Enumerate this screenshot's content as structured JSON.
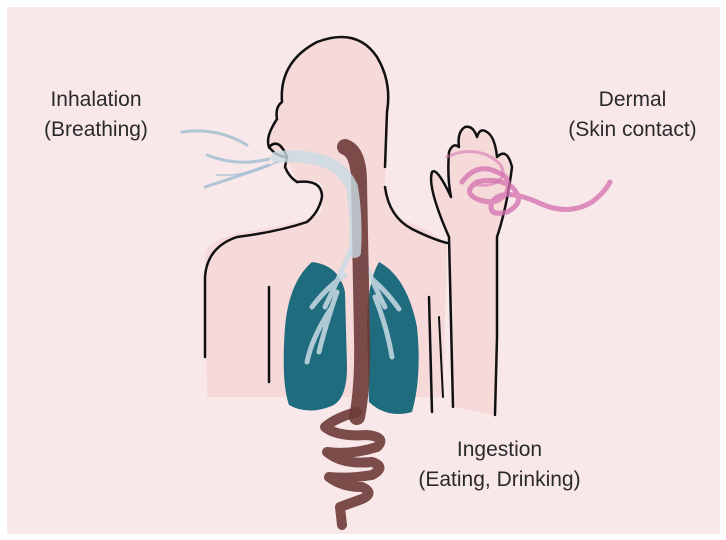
{
  "labels": {
    "inhalation": {
      "title": "Inhalation",
      "detail": "(Breathing)"
    },
    "dermal": {
      "title": "Dermal",
      "detail": "(Skin contact)"
    },
    "ingestion": {
      "title": "Ingestion",
      "detail": "(Eating, Drinking)"
    }
  },
  "colors": {
    "background": "#f9e8e9",
    "skin": "#f6d9d9",
    "outline": "#111111",
    "lungs": "#1f6c7e",
    "airway": "#c9dbe4",
    "digestive": "#6d3b37",
    "dermal_exposure": "#d36fae",
    "inhaled_air": "#9fbdd0"
  }
}
